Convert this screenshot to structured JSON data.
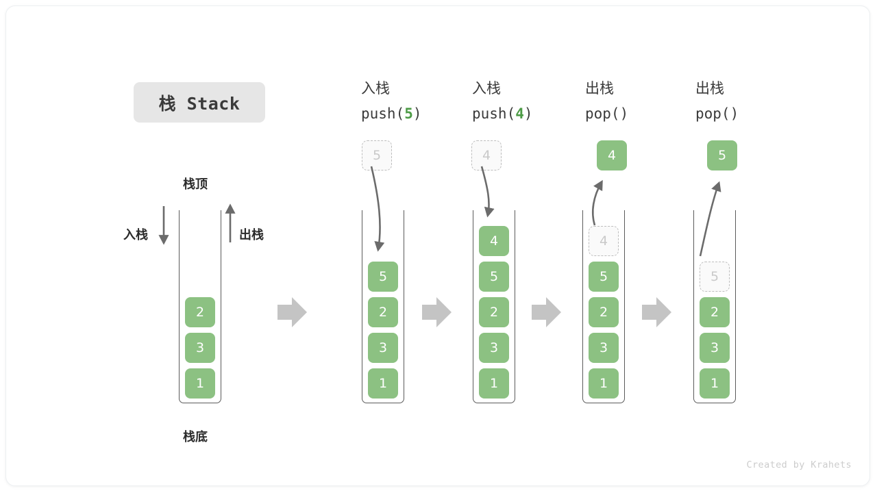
{
  "diagram": {
    "title": "栈 Stack",
    "credit": "Created by Krahets",
    "colors": {
      "element_green": "#8cc182",
      "ghost_fill": "#fafafa",
      "ghost_border": "#bdbdbd",
      "container_stroke": "#5a5a5a",
      "flow_arrow": "#c4c4c4",
      "chip_bg": "#e6e6e6",
      "accent_code_arg": "#4d9b46"
    },
    "annotations": {
      "top_label": "栈顶",
      "bottom_label": "栈底",
      "push_side_label": "入栈",
      "pop_side_label": "出栈"
    },
    "steps": [
      {
        "id": "initial",
        "op_cn": "",
        "op_code_prefix": "",
        "op_code_arg": "",
        "op_code_suffix": "",
        "stack": [
          "2",
          "3",
          "1"
        ],
        "incoming": null,
        "ghost_in_stack": null,
        "popped": null
      },
      {
        "id": "push-5",
        "op_cn": "入栈",
        "op_code_prefix": "push(",
        "op_code_arg": "5",
        "op_code_suffix": ")",
        "stack": [
          "5",
          "2",
          "3",
          "1"
        ],
        "incoming": "5",
        "ghost_in_stack": null,
        "popped": null
      },
      {
        "id": "push-4",
        "op_cn": "入栈",
        "op_code_prefix": "push(",
        "op_code_arg": "4",
        "op_code_suffix": ")",
        "stack": [
          "4",
          "5",
          "2",
          "3",
          "1"
        ],
        "incoming": "4",
        "ghost_in_stack": null,
        "popped": null
      },
      {
        "id": "pop-4",
        "op_cn": "出栈",
        "op_code_prefix": "pop(",
        "op_code_arg": "",
        "op_code_suffix": ")",
        "stack": [
          "5",
          "2",
          "3",
          "1"
        ],
        "incoming": null,
        "ghost_in_stack": "4",
        "popped": "4"
      },
      {
        "id": "pop-5",
        "op_cn": "出栈",
        "op_code_prefix": "pop(",
        "op_code_arg": "",
        "op_code_suffix": ")",
        "stack": [
          "2",
          "3",
          "1"
        ],
        "incoming": null,
        "ghost_in_stack": "5",
        "popped": "5"
      }
    ]
  }
}
